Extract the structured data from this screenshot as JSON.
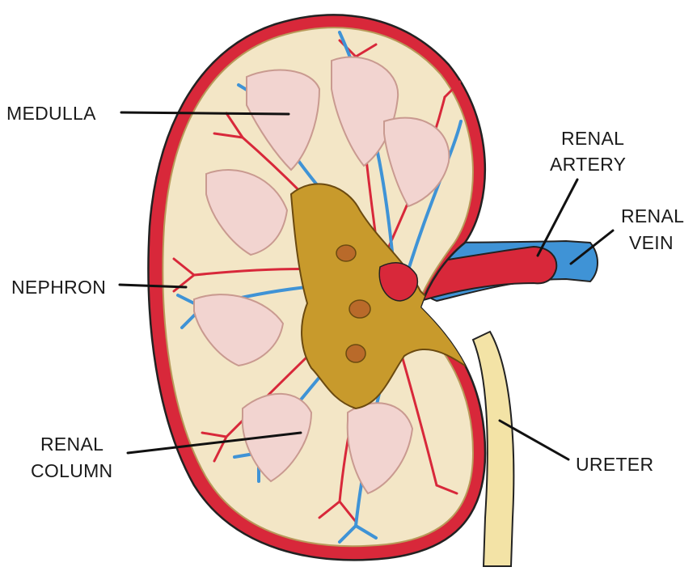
{
  "labels": {
    "medulla": "MEDULLA",
    "nephron": "NEPHRON",
    "renal_column_line1": "RENAL",
    "renal_column_line2": "COLUMN",
    "renal_artery_line1": "RENAL",
    "renal_artery_line2": "ARTERY",
    "renal_vein_line1": "RENAL",
    "renal_vein_line2": "VEIN",
    "ureter": "URETER"
  },
  "colors": {
    "artery": "#d8283a",
    "vein": "#3f93d6",
    "medulla": "#f2d4d0",
    "pelvis": "#c89a2c",
    "ureter": "#f3e3a6",
    "capsule": "#e9d7a8",
    "outline": "#222222"
  }
}
